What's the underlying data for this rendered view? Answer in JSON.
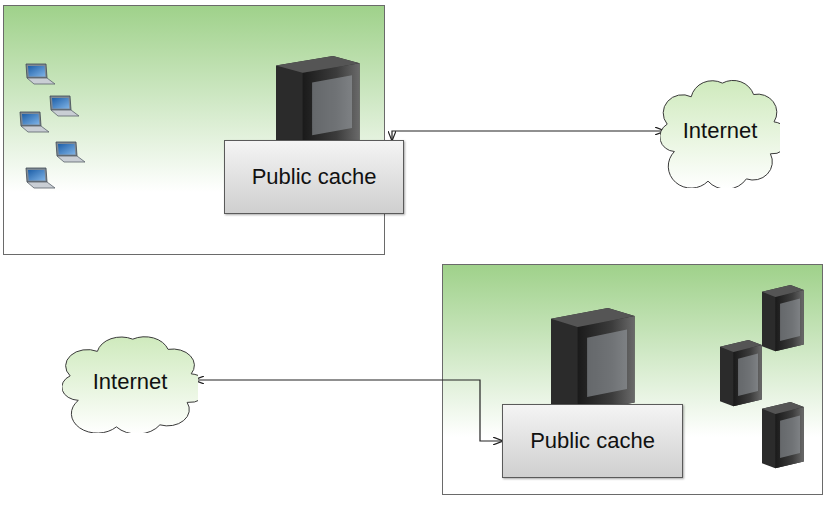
{
  "diagram": {
    "nodes": [
      {
        "text": [
          "Public cache"
        ]
      },
      {
        "text": [
          "Internet"
        ]
      },
      {
        "text": [
          "Internet"
        ]
      },
      {
        "text": [
          "Public cache"
        ]
      }
    ],
    "edges": [
      {
        "from": 0,
        "to": 1,
        "arrow": "both"
      },
      {
        "from": 2,
        "to": 3,
        "arrow": "both"
      }
    ]
  }
}
